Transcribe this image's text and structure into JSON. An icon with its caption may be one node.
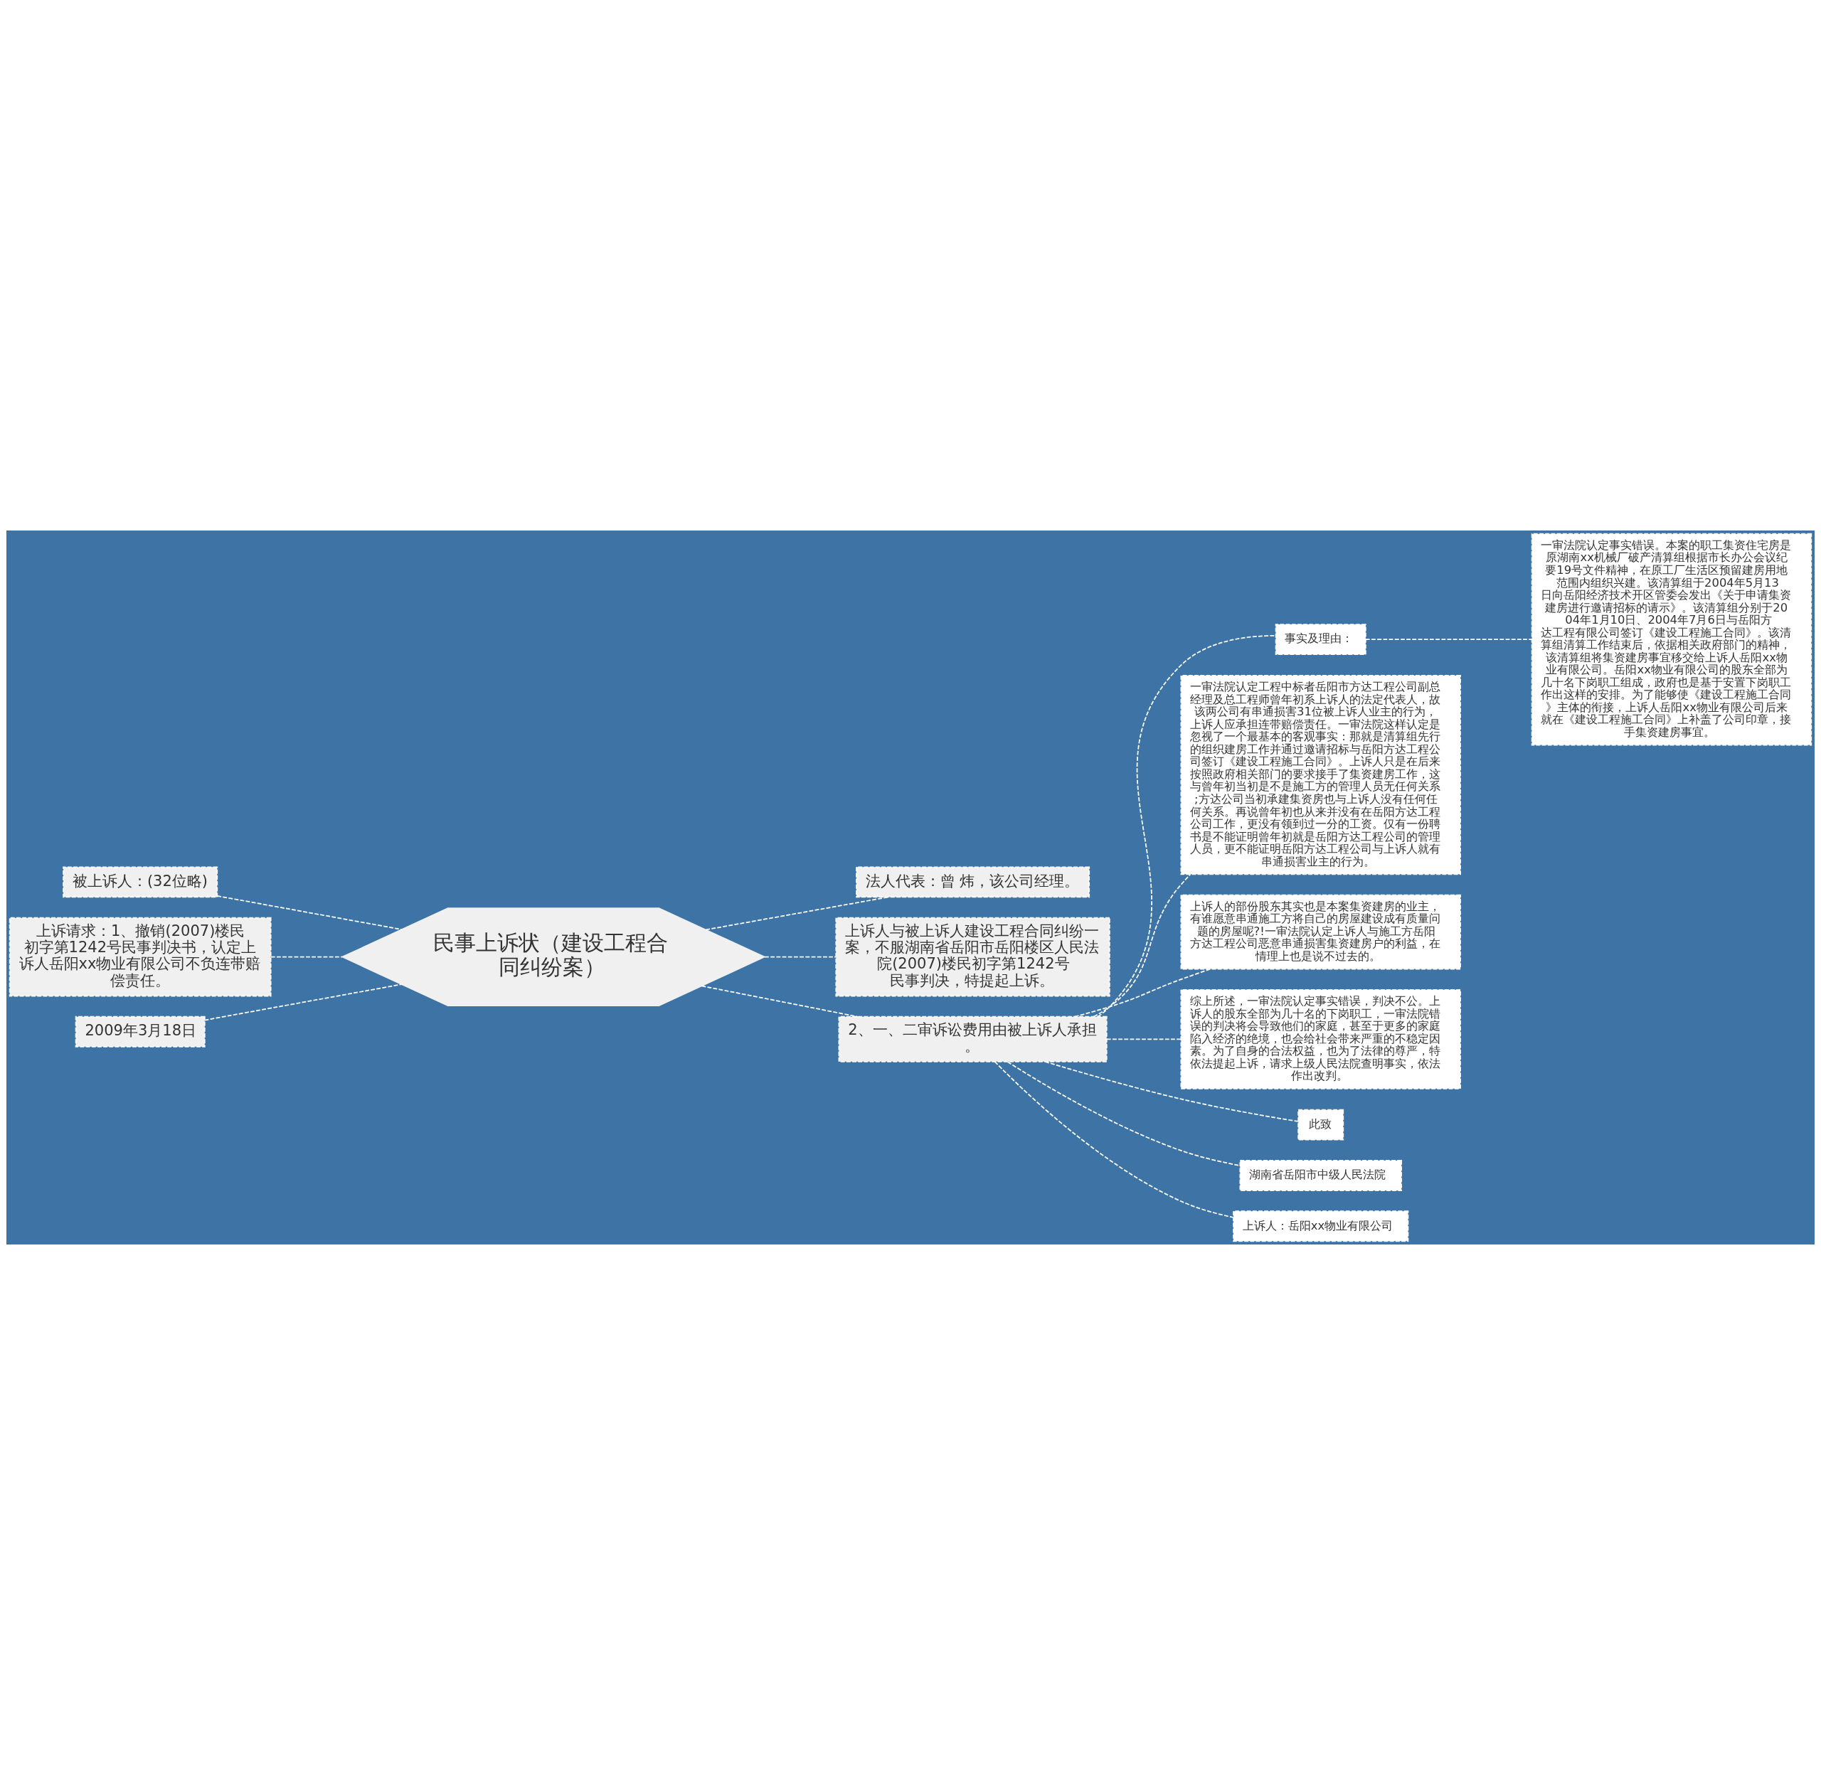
{
  "diagram": {
    "nodes": [
      {
        "text": [
          "民事上诉状（建设工程合同纠纷案）"
        ]
      },
      {
        "text": [
          "被上诉人：(32位略)"
        ]
      },
      {
        "text": [
          "上诉请求：1、撤销(2007)楼民初字第1242号民事判决书，认定上诉人岳阳xx物业有限公司不负连带赔偿责任。"
        ]
      },
      {
        "text": [
          "2009年3月18日"
        ]
      },
      {
        "text": [
          "法人代表：曾 炜，该公司经理。"
        ]
      },
      {
        "text": [
          "上诉人与被上诉人建设工程合同纠纷一案，不服湖南省岳阳市岳阳楼区人民法院(2007)楼民初字第1242号民事判决，特提起上诉。"
        ]
      },
      {
        "text": [
          "2、一、二审诉讼费用由被上诉人承担。"
        ]
      },
      {
        "text": [
          "事实及理由："
        ]
      },
      {
        "text": [
          "一审法院认定事实错误。本案的职工集资住宅房是原湖南xx机械厂破产清算组根据市长办公会议纪要19号文件精神，在原工厂生活区预留建房用地范围内组织兴建。该清算组于2004年5月13日向岳阳经济技术开区管委会发出《关于申请集资建房进行邀请招标的请示》。该清算组分别于2004年1月10日、2004年7月6日与岳阳方达工程有限公司签订《建设工程施工合同》。该清算组清算工作结束后，依据相关政府部门的精神，该清算组将集资建房事宜移交给上诉人岳阳xx物业有限公司。岳阳xx物业有限公司的股东全部为几十名下岗职工组成，政府也是基于安置下岗职工作出这样的安排。为了能够使《建设工程施工合同》主体的衔接，上诉人岳阳xx物业有限公司后来就在《建设工程施工合同》上补盖了公司印章，接手集资建房事宜。"
        ]
      },
      {
        "text": [
          "一审法院认定工程中标者岳阳市方达工程公司副总经理及总工程师曾年初系上诉人的法定代表人，故该两公司有串通损害31位被上诉人业主的行为，上诉人应承担连带赔偿责任。一审法院这样认定是忽视了一个最基本的客观事实：那就是清算组先行的组织建房工作并通过邀请招标与岳阳方达工程公司签订《建设工程施工合同》。上诉人只是在后来按照政府相关部门的要求接手了集资建房工作，这与曾年初当初是不是施工方的管理人员无任何关系;方达公司当初承建集资房也与上诉人没有任何任何关系。再说曾年初也从来并没有在岳阳方达工程公司工作，更没有领到过一分的工资。仅有一份聘书是不能证明曾年初就是岳阳方达工程公司的管理人员，更不能证明岳阳方达工程公司与上诉人就有串通损害业主的行为。"
        ]
      },
      {
        "text": [
          "上诉人的部份股东其实也是本案集资建房的业主，有谁愿意串通施工方将自己的房屋建设成有质量问题的房屋呢?!一审法院认定上诉人与施工方岳阳方达工程公司恶意串通损害集资建房户的利益，在情理上也是说不过去的。"
        ]
      },
      {
        "text": [
          "综上所述，一审法院认定事实错误，判决不公。上诉人的股东全部为几十名的下岗职工，一审法院错误的判决将会导致他们的家庭，甚至于更多的家庭陷入经济的绝境，也会给社会带来严重的不稳定因素。为了自身的合法权益，也为了法律的尊严，特依法提起上诉，请求上级人民法院查明事实，依法作出改判。"
        ]
      },
      {
        "text": [
          "此致"
        ]
      },
      {
        "text": [
          "湖南省岳阳市中级人民法院"
        ]
      },
      {
        "text": [
          "上诉人：岳阳xx物业有限公司"
        ]
      }
    ],
    "edges": [
      {
        "from": 0,
        "to": 1,
        "arrow": "none",
        "style": "dashed"
      },
      {
        "from": 0,
        "to": 2,
        "arrow": "none",
        "style": "dashed"
      },
      {
        "from": 0,
        "to": 3,
        "arrow": "none",
        "style": "dashed"
      },
      {
        "from": 0,
        "to": 4,
        "arrow": "none",
        "style": "dashed"
      },
      {
        "from": 0,
        "to": 5,
        "arrow": "none",
        "style": "dashed"
      },
      {
        "from": 0,
        "to": 6,
        "arrow": "none",
        "style": "dashed"
      },
      {
        "from": 6,
        "to": 7,
        "arrow": "none",
        "style": "dashed"
      },
      {
        "from": 7,
        "to": 8,
        "arrow": "none",
        "style": "dashed"
      },
      {
        "from": 6,
        "to": 9,
        "arrow": "none",
        "style": "dashed"
      },
      {
        "from": 6,
        "to": 10,
        "arrow": "none",
        "style": "dashed"
      },
      {
        "from": 6,
        "to": 11,
        "arrow": "none",
        "style": "dashed"
      },
      {
        "from": 6,
        "to": 12,
        "arrow": "none",
        "style": "dashed"
      },
      {
        "from": 6,
        "to": 13,
        "arrow": "none",
        "style": "dashed"
      },
      {
        "from": 6,
        "to": 14,
        "arrow": "none",
        "style": "dashed"
      }
    ]
  }
}
